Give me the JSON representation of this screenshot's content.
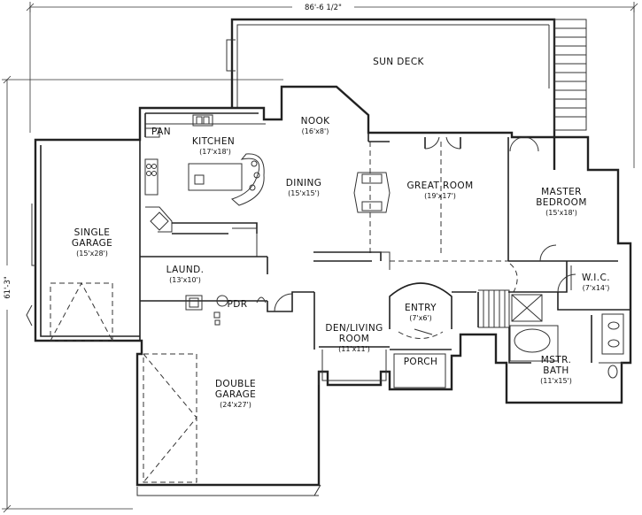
{
  "dimensions": {
    "width": "86'-6 1/2\"",
    "depth": "61'-3\""
  },
  "rooms": {
    "sun_deck": {
      "name": "SUN DECK"
    },
    "nook": {
      "name": "NOOK",
      "size": "(16'x8')"
    },
    "pantry": {
      "name": "PAN"
    },
    "kitchen": {
      "name": "KITCHEN",
      "size": "(17'x18')"
    },
    "dining": {
      "name": "DINING",
      "size": "(15'x15')"
    },
    "great_room": {
      "name": "GREAT ROOM",
      "size": "(19'x17')"
    },
    "master_bedroom": {
      "name_line1": "MASTER",
      "name_line2": "BEDROOM",
      "size": "(15'x18')"
    },
    "single_garage": {
      "name_line1": "SINGLE",
      "name_line2": "GARAGE",
      "size": "(15'x28')"
    },
    "laundry": {
      "name": "LAUND.",
      "size": "(13'x10')"
    },
    "powder": {
      "name": "PDR"
    },
    "entry": {
      "name": "ENTRY",
      "size": "(7'x6')"
    },
    "wic": {
      "name": "W.I.C.",
      "size": "(7'x14')"
    },
    "den": {
      "name_line1": "DEN/LIVING",
      "name_line2": "ROOM",
      "size": "(11'x11')"
    },
    "porch": {
      "name": "PORCH"
    },
    "master_bath": {
      "name_line1": "MSTR.",
      "name_line2": "BATH",
      "size": "(11'x15')"
    },
    "double_garage": {
      "name_line1": "DOUBLE",
      "name_line2": "GARAGE",
      "size": "(24'x27')"
    }
  }
}
